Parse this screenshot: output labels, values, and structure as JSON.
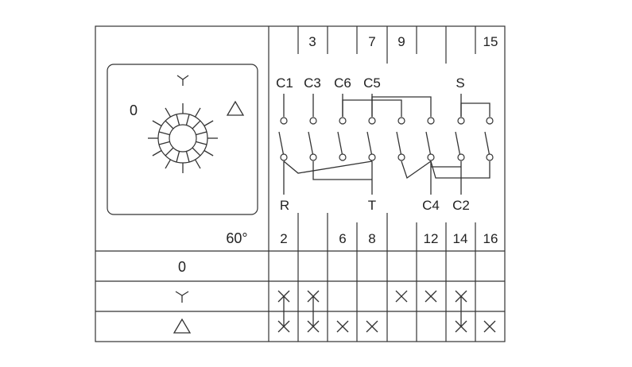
{
  "dial": {
    "position_zero": "0",
    "position_star_icon": "star-connection-icon",
    "position_delta_icon": "delta-connection-icon",
    "angle": "60°"
  },
  "top_numbers": [
    "3",
    "7",
    "9",
    "15"
  ],
  "contact_top_labels": [
    "C1",
    "C3",
    "C6",
    "C5",
    "S"
  ],
  "contact_bottom_labels": [
    "R",
    "T",
    "C4",
    "C2"
  ],
  "bottom_numbers": [
    "2",
    "6",
    "8",
    "12",
    "14",
    "16"
  ],
  "table": {
    "rows": [
      {
        "label": "0",
        "crosses": [
          false,
          false,
          false,
          false,
          false,
          false,
          false,
          false
        ]
      },
      {
        "label_icon": "star-connection-icon",
        "crosses": [
          true,
          true,
          false,
          false,
          true,
          true,
          true,
          false
        ]
      },
      {
        "label_icon": "delta-connection-icon",
        "crosses": [
          true,
          true,
          true,
          true,
          false,
          false,
          true,
          true
        ]
      }
    ]
  }
}
